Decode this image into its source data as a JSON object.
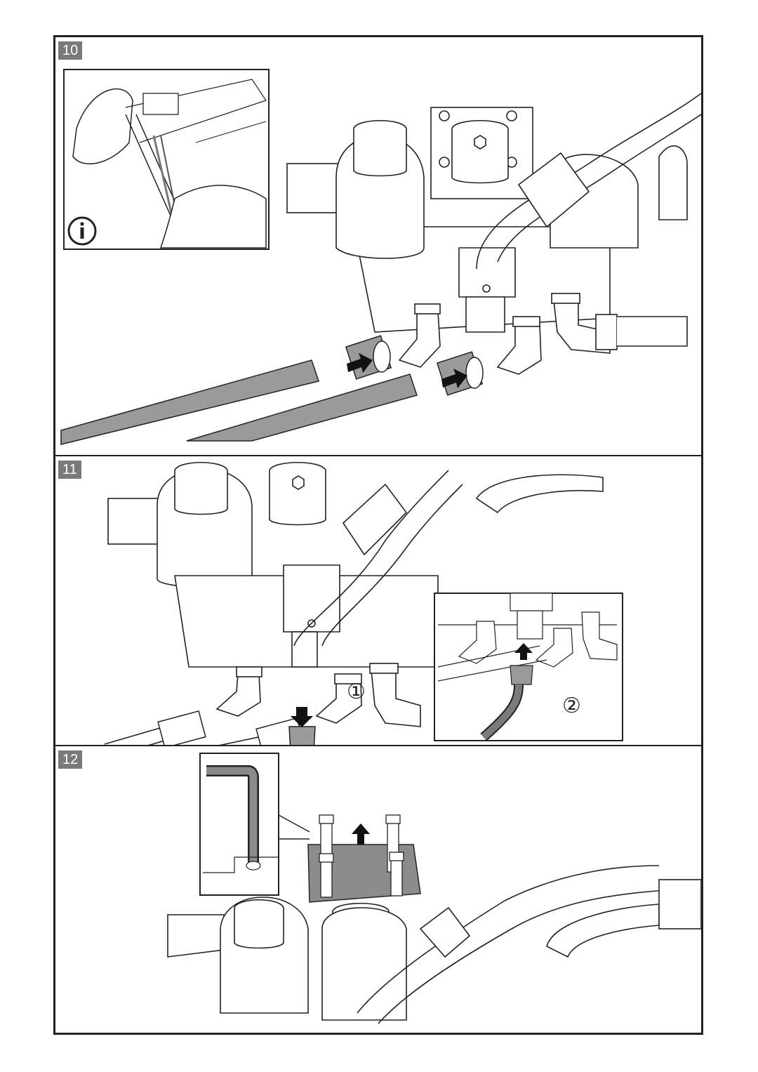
{
  "steps": [
    {
      "number": "10"
    },
    {
      "number": "11",
      "callouts": [
        "①",
        "②"
      ]
    },
    {
      "number": "12"
    }
  ],
  "icons": {
    "info": "info-icon"
  },
  "colors": {
    "hose": "#9a9a9a",
    "badge": "#7a7a7a",
    "plate": "#8c8c8c",
    "line": "#222222"
  }
}
